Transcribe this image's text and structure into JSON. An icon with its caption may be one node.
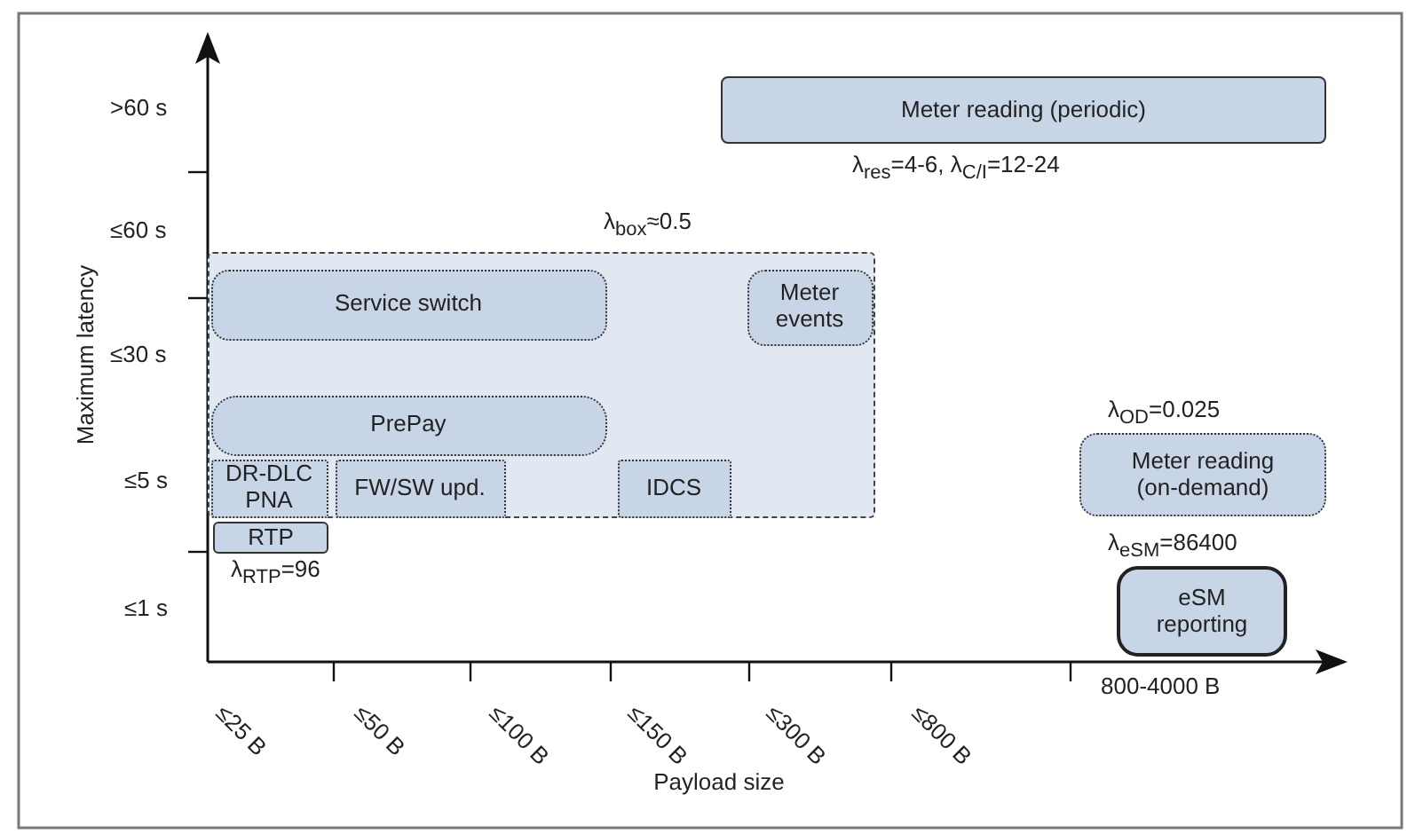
{
  "diagram": {
    "nodes": [
      {
        "text": [
          "Meter reading (periodic)"
        ],
        "beside": [
          "λ$_{res}$=4-6,  λ$_{C/I}$=12-24"
        ]
      },
      {
        "text": [],
        "shape": "box",
        "beside": [
          "λ$_{box}$≈0.5"
        ]
      },
      {
        "text": [
          "Service switch"
        ],
        "in": 1
      },
      {
        "text": [
          "Meter events"
        ],
        "in": 1
      },
      {
        "text": [
          "PrePay"
        ],
        "in": 1
      },
      {
        "text": [
          "DR-DLC PNA"
        ],
        "in": 1
      },
      {
        "text": [
          "FW/SW upd."
        ],
        "in": 1
      },
      {
        "text": [
          "IDCS"
        ],
        "in": 1
      },
      {
        "text": [
          "Meter reading (on-demand)"
        ],
        "beside": [
          "λ$_{OD}$=0.025"
        ]
      },
      {
        "text": [
          "RTP"
        ],
        "beside": [
          "λ$_{RTP}$=96"
        ]
      },
      {
        "text": [
          "eSM reporting"
        ],
        "beside": [
          "λ$_{eSM}$=86400"
        ]
      }
    ],
    "edges": [],
    "labels": [
      ">60 s",
      "≤60 s",
      "≤30 s",
      "≤5 s",
      "≤1 s",
      "Maximum latency",
      "≤25 B",
      "≤50 B",
      "≤100 B",
      "≤150 B",
      "≤300 B",
      "≤800 B",
      "800-4000 B",
      "Payload size"
    ]
  }
}
